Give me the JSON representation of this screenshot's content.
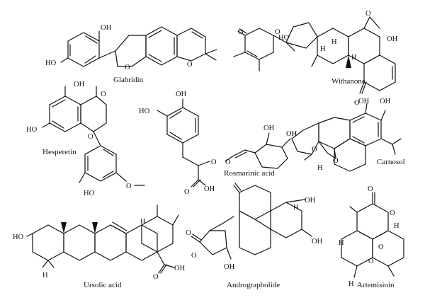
{
  "compounds": {
    "glabridin": "Glabridin",
    "withanone": "Withanone",
    "hesperetin": "Hesperetin",
    "rosmarinic_acid": "Rosmarinic acid",
    "carnosol": "Carnosol",
    "ursolic_acid": "Ursolic acid",
    "andrographolide": "Andrographolide",
    "artemisinin": "Artemisinin"
  },
  "atoms": {
    "oh": "OH",
    "ho": "HO",
    "o": "O",
    "h": "H"
  }
}
